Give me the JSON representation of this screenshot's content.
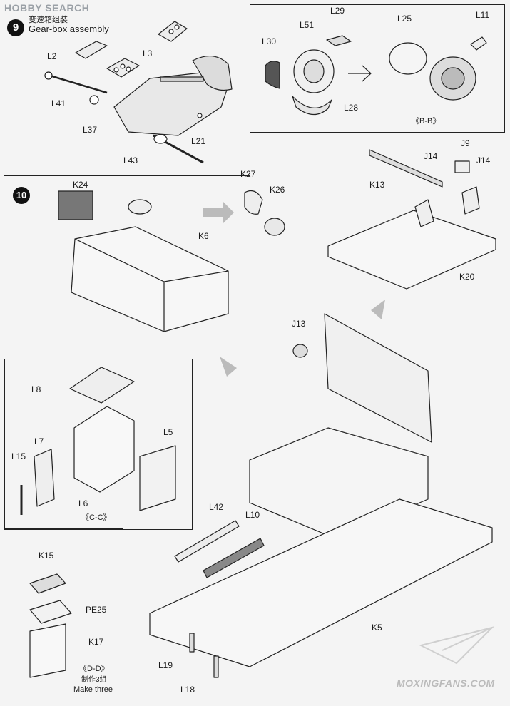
{
  "watermark_top": "HOBBY SEARCH",
  "watermark_bottom": "MOXINGFANS.COM",
  "step9": {
    "number": "9",
    "title_cn": "变速箱组装",
    "title_en": "Gear-box assembly",
    "parts": [
      "L2",
      "L3",
      "L41",
      "L37",
      "L21",
      "L43"
    ]
  },
  "viewBB": {
    "caption": "《B-B》",
    "parts": [
      "L29",
      "L51",
      "L30",
      "L28",
      "L25",
      "L11"
    ]
  },
  "step10": {
    "number": "10",
    "parts": [
      "K24",
      "K6",
      "K27",
      "K26",
      "K13",
      "J9",
      "J14a",
      "J14b",
      "K20",
      "J13",
      "K5",
      "L42",
      "L10",
      "L19",
      "L18"
    ],
    "labels": {
      "K24": "K24",
      "K6": "K6",
      "K27": "K27",
      "K26": "K26",
      "K13": "K13",
      "J9": "J9",
      "J14a": "J14",
      "J14b": "J14",
      "K20": "K20",
      "J13": "J13",
      "K5": "K5",
      "L42": "L42",
      "L10": "L10",
      "L19": "L19",
      "L18": "L18"
    }
  },
  "viewCC": {
    "caption": "《C-C》",
    "labels": {
      "L8": "L8",
      "L7": "L7",
      "L15": "L15",
      "L6": "L6",
      "L5": "L5"
    }
  },
  "viewDD": {
    "caption": "《D-D》",
    "note_cn": "制作3组",
    "note_en": "Make three",
    "labels": {
      "K15": "K15",
      "PE25": "PE25",
      "K17": "K17"
    }
  }
}
